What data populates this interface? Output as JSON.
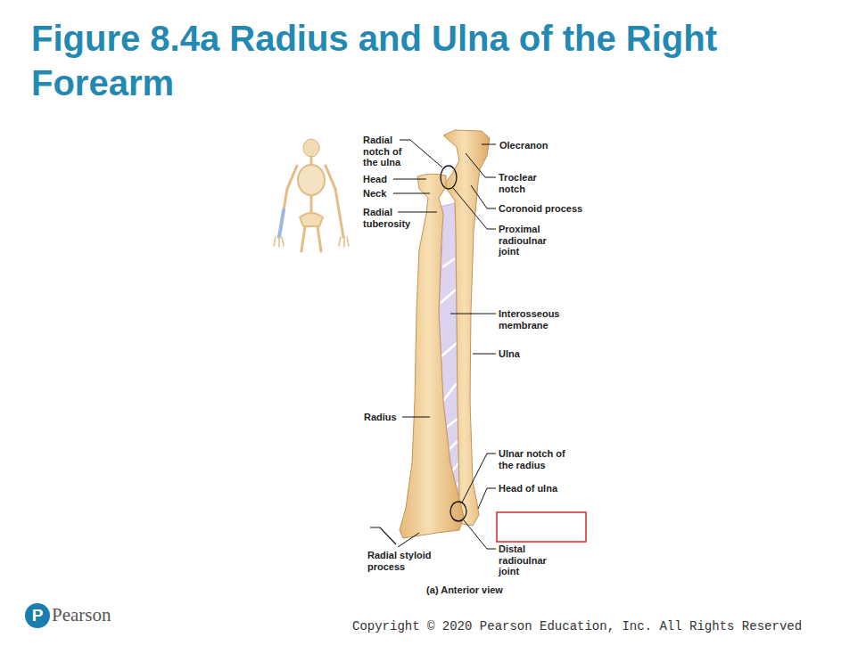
{
  "diagram": {
    "title": "Figure 8.4a Radius and Ulna of the Right Forearm",
    "caption": "(a) Anterior view",
    "labels": [
      "Radial notch of the ulna",
      "Head",
      "Neck",
      "Radial tuberosity",
      "Olecranon",
      "Troclear notch",
      "Coronoid process",
      "Proximal radioulnar joint",
      "Interosseous membrane",
      "Ulna",
      "Radius",
      "Ulnar notch of the radius",
      "Head of ulna",
      "Radial styloid process",
      "Distal radioulnar joint",
      "P",
      "Pearson",
      "Copyright © 2020 Pearson Education, Inc. All Rights Reserved"
    ]
  }
}
